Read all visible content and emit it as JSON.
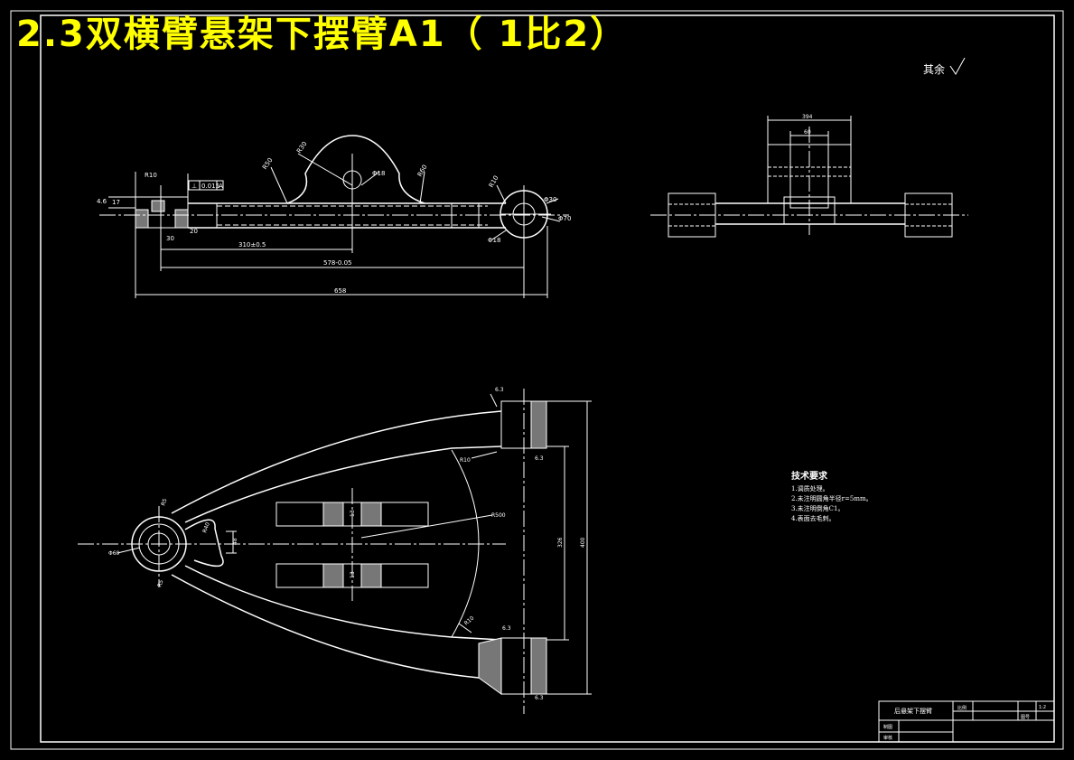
{
  "title": "2.3双横臂悬架下摆臂A1（ 1比2）",
  "surface_finish_note": "其余",
  "technical_requirements": {
    "heading": "技术要求",
    "items": [
      "1.调质处理。",
      "2.未注明圆角半径r=5mm。",
      "3.未注明倒角C1。",
      "4.表面去毛刺。"
    ]
  },
  "title_block": {
    "part_name": "后悬架下摆臂",
    "cells": [
      "比例",
      "1:2",
      "图号",
      "制图",
      "审核"
    ]
  },
  "front_view": {
    "dims": [
      "310±0.5",
      "578-0.05",
      "658",
      "R50",
      "R30",
      "R60",
      "R10",
      "Φ18",
      "Φ30",
      "Φ70",
      "Φ18",
      "R10",
      "4.6",
      "17",
      "20",
      "30"
    ],
    "tolerance_frame": [
      "⊥",
      "0.015",
      "A"
    ]
  },
  "side_view": {
    "dims": [
      "394",
      "60"
    ]
  },
  "plan_view": {
    "dims": [
      "6.3",
      "6.3",
      "6.3",
      "6.3",
      "R10",
      "R10",
      "R500",
      "R40",
      "R5",
      "R5",
      "48",
      "Φ60",
      "13",
      "13",
      "326",
      "400"
    ]
  },
  "colors": {
    "background": "#000000",
    "line": "#ffffff",
    "title": "#ffff00"
  }
}
